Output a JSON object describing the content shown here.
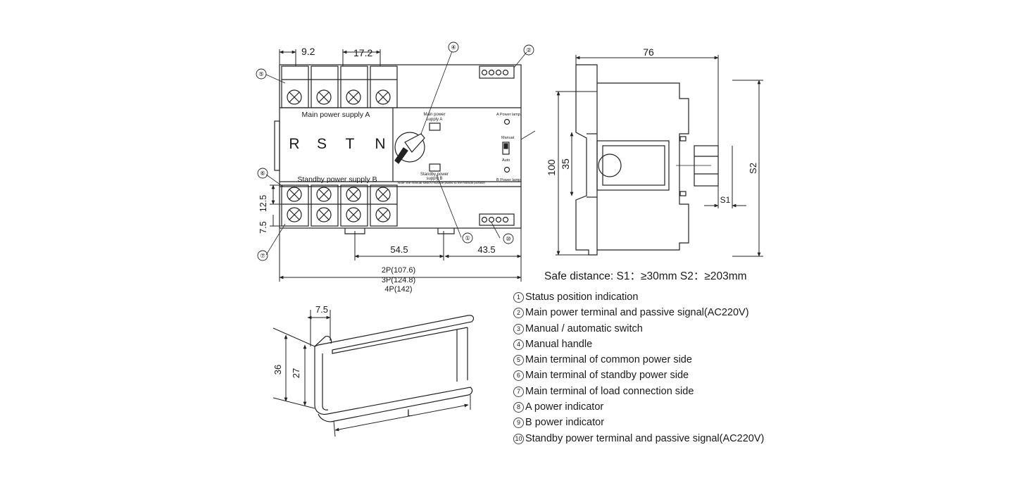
{
  "front_view": {
    "dims": {
      "pitch_a": "9.2",
      "pitch_b": "17.2",
      "row_gap": "12.5",
      "edge": "7.5",
      "rail_spacing": "54.5",
      "right_span": "43.5",
      "width_2p": "2P(107.6)",
      "width_3p": "3P(124.8)",
      "width_4p": "4P(142)"
    },
    "panel": {
      "main_supply": "Main power supply A",
      "standby_supply": "Standby power supply B",
      "phases": [
        "R",
        "S",
        "T",
        "N"
      ],
      "switch_main": [
        "Main power",
        "supply A"
      ],
      "switch_standby": [
        "Standby power",
        "supply B"
      ],
      "note": "Note: the manual switch must be pulled to the manual position",
      "a_power_lamp": "A Power lamp",
      "b_power_lamp": "B Power lamp",
      "manual": "Manual",
      "auto": "Auto"
    },
    "callouts": [
      "①",
      "②",
      "④",
      "⑤",
      "⑥",
      "⑦",
      "⑩"
    ]
  },
  "side_view": {
    "width": "76",
    "height": "100",
    "rail": "35",
    "s1": "S1",
    "s2": "S2"
  },
  "safe_distance": "Safe distance: S1：≥30mm    S2：≥203mm",
  "rail_profile": {
    "lip": "7.5",
    "height": "36",
    "inner": "27",
    "length": "L"
  },
  "legend": [
    {
      "num": "1",
      "text": "Status position indication"
    },
    {
      "num": "2",
      "text": "Main power terminal and passive signal(AC220V)"
    },
    {
      "num": "3",
      "text": "Manual / automatic switch"
    },
    {
      "num": "4",
      "text": "Manual handle"
    },
    {
      "num": "5",
      "text": "Main terminal of common power side"
    },
    {
      "num": "6",
      "text": "Main terminal of standby power side"
    },
    {
      "num": "7",
      "text": "Main terminal of load connection side"
    },
    {
      "num": "8",
      "text": "A power indicator"
    },
    {
      "num": "9",
      "text": "B power indicator"
    },
    {
      "num": "10",
      "text": "Standby power terminal and passive signal(AC220V)"
    }
  ]
}
